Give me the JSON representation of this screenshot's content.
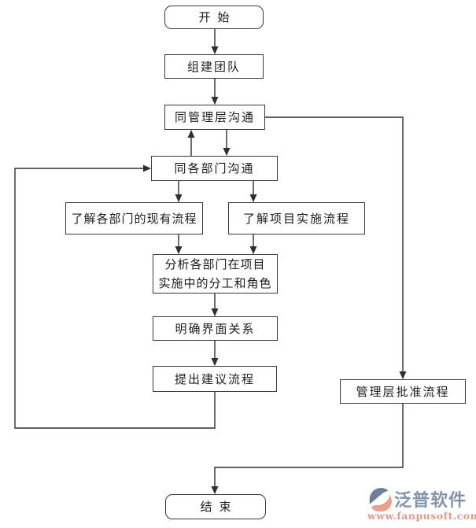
{
  "canvas": {
    "background": "#ffffff",
    "line_color": "#2f2f2f",
    "box_border_color": "#3a3a3a"
  },
  "diagram": {
    "type": "flowchart",
    "nodes": {
      "start": {
        "label": "开始",
        "shape": "rounded"
      },
      "build_team": {
        "label": "组建团队",
        "shape": "rect"
      },
      "comm_mgmt": {
        "label": "同管理层沟通",
        "shape": "rect"
      },
      "comm_depts": {
        "label": "同各部门沟通",
        "shape": "rect"
      },
      "know_dept_flows": {
        "label": "了解各部门的现有流程",
        "shape": "rect"
      },
      "know_impl_flow": {
        "label": "了解项目实施流程",
        "shape": "rect"
      },
      "analyze_roles": {
        "label": "分析各部门在项目\n实施中的分工和角色",
        "shape": "rect"
      },
      "clarify_interface": {
        "label": "明确界面关系",
        "shape": "rect"
      },
      "propose_flow": {
        "label": "提出建议流程",
        "shape": "rect"
      },
      "mgmt_approve": {
        "label": "管理层批准流程",
        "shape": "rect"
      },
      "end": {
        "label": "结束",
        "shape": "rounded"
      }
    },
    "edges": [
      {
        "from": "start",
        "to": "build_team",
        "arrow": true
      },
      {
        "from": "build_team",
        "to": "comm_mgmt",
        "arrow": true
      },
      {
        "from": "comm_mgmt",
        "to": "mgmt_approve",
        "arrow": true
      },
      {
        "from": "comm_mgmt",
        "to": "comm_depts",
        "arrow": true
      },
      {
        "from": "comm_depts",
        "to": "comm_mgmt",
        "arrow": true
      },
      {
        "from": "comm_depts",
        "to": "know_dept_flows",
        "arrow": true
      },
      {
        "from": "comm_depts",
        "to": "know_impl_flow",
        "arrow": true
      },
      {
        "from": "know_dept_flows",
        "to": "analyze_roles",
        "arrow": true
      },
      {
        "from": "know_impl_flow",
        "to": "analyze_roles",
        "arrow": true
      },
      {
        "from": "analyze_roles",
        "to": "clarify_interface",
        "arrow": true
      },
      {
        "from": "clarify_interface",
        "to": "propose_flow",
        "arrow": true
      },
      {
        "from": "propose_flow",
        "to": "comm_depts",
        "arrow": true,
        "note": "feedback loop around left side"
      },
      {
        "from": "mgmt_approve",
        "to": "end",
        "arrow": true
      }
    ]
  },
  "watermark": {
    "brand": "泛普软件",
    "url": "www.fanpusoft.com",
    "brand_color": "#8294ac",
    "url_color": "#e09a8b",
    "icon": "fanpu-logo-icon",
    "icon_dark_color": "#6d7f96",
    "icon_accent_color": "#e8a18c"
  }
}
